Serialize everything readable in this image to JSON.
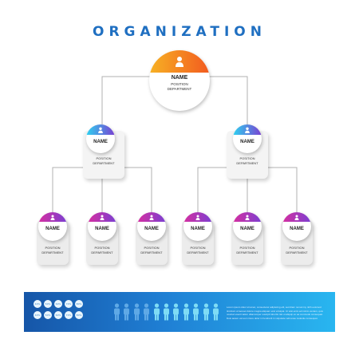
{
  "title": "ORGANIZATION",
  "top": {
    "name": "NAME",
    "line1": "POSITION",
    "line2": "DEPARTMENT"
  },
  "managers": [
    {
      "name": "NAME",
      "line1": "POSITION",
      "line2": "DEPARTMENT"
    },
    {
      "name": "NAME",
      "line1": "POSITION",
      "line2": "DEPARTMENT"
    }
  ],
  "staff": [
    {
      "name": "NAME",
      "line1": "POSITION",
      "line2": "DEPARTMENT"
    },
    {
      "name": "NAME",
      "line1": "POSITION",
      "line2": "DEPARTMENT"
    },
    {
      "name": "NAME",
      "line1": "POSITION",
      "line2": "DEPARTMENT"
    },
    {
      "name": "NAME",
      "line1": "POSITION",
      "line2": "DEPARTMENT"
    },
    {
      "name": "NAME",
      "line1": "POSITION",
      "line2": "DEPARTMENT"
    },
    {
      "name": "NAME",
      "line1": "POSITION",
      "line2": "DEPARTMENT"
    }
  ],
  "banner": {
    "stat_labels": [
      "40%",
      "50%",
      "60%",
      "70%",
      "80%",
      "40%",
      "50%",
      "60%",
      "70%",
      "80%"
    ],
    "people_count": 11,
    "text": "Lorem ipsum dolor sit amet, consectetur adipiscing elit, sed diam nonummy nibh euismod tincidunt ut laoreet dolore magna aliquam erat volutpat. Ut wisi enim ad minim veniam, quis nostrud exerci tation ullamcorper suscipit lobortis nisl ut aliquip ex ea commodo consequat. Duis autem vel eum iriure dolor in hendrerit in vulputate velit esse molestie consequat."
  },
  "colors": {
    "title": "#1f6fc1",
    "top_cap": [
      "#f7b224",
      "#f25a1f"
    ],
    "manager_cap": [
      "#2dd3f0",
      "#7a3fd1"
    ],
    "staff_cap": [
      "#d62fa0",
      "#7a3fd1"
    ],
    "connector": "#b0b0b0"
  }
}
